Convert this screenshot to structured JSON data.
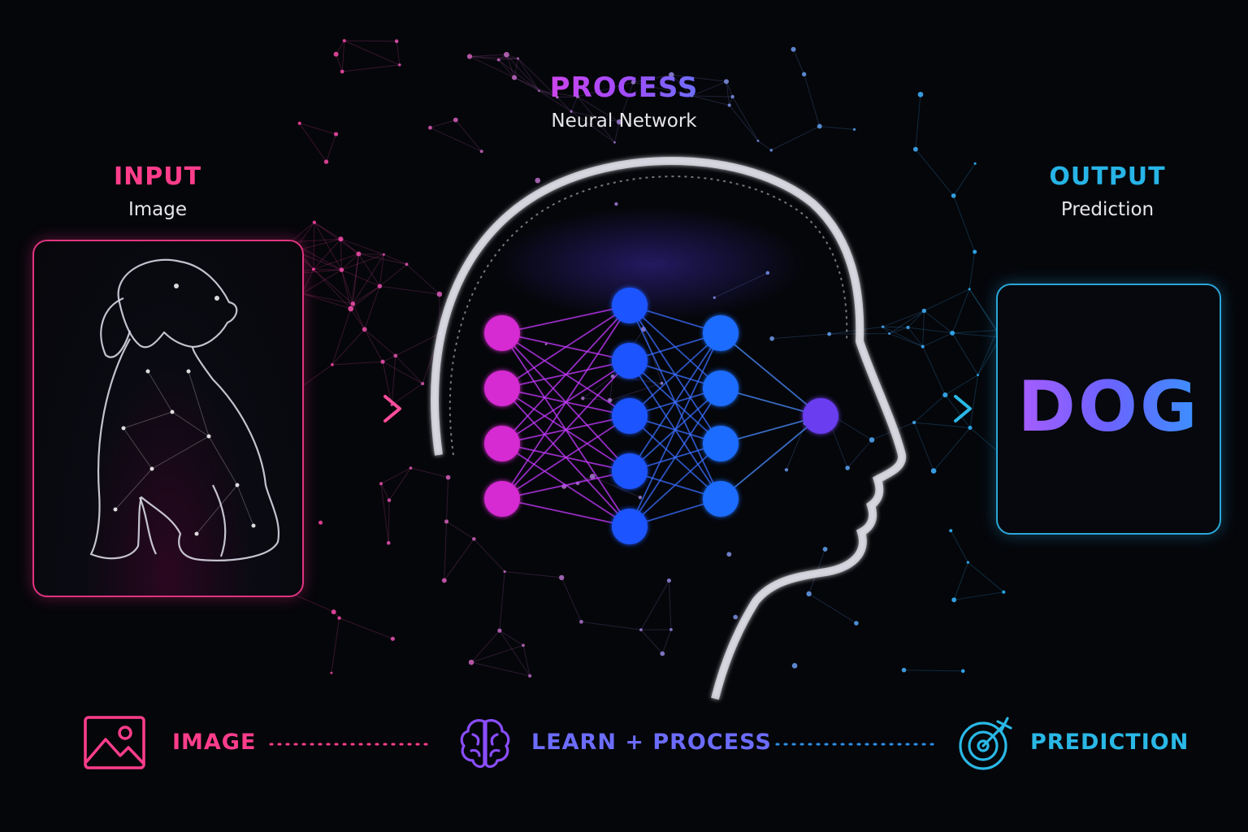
{
  "input": {
    "title": "INPUT",
    "subtitle": "Image"
  },
  "process": {
    "title": "PROCESS",
    "subtitle": "Neural Network"
  },
  "output": {
    "title": "OUTPUT",
    "subtitle": "Prediction",
    "value": "DOG"
  },
  "legend": {
    "image_label": "IMAGE",
    "learn_label": "LEARN + PROCESS",
    "prediction_label": "PREDICTION"
  },
  "network": {
    "layers": [
      4,
      5,
      4,
      1
    ],
    "colors": [
      "#d62ad2",
      "#1f55ff",
      "#1f6dff",
      "#6a3df0"
    ]
  },
  "colors": {
    "input_accent": "#ff3d8b",
    "process_accent": "#a24bff",
    "output_accent": "#27b4e6",
    "background": "#05060a"
  },
  "icons": {
    "image": "image-icon",
    "learn": "brain-icon",
    "prediction": "target-icon",
    "input_arrow": "arrow-right-icon",
    "output_arrow": "arrow-right-icon"
  }
}
